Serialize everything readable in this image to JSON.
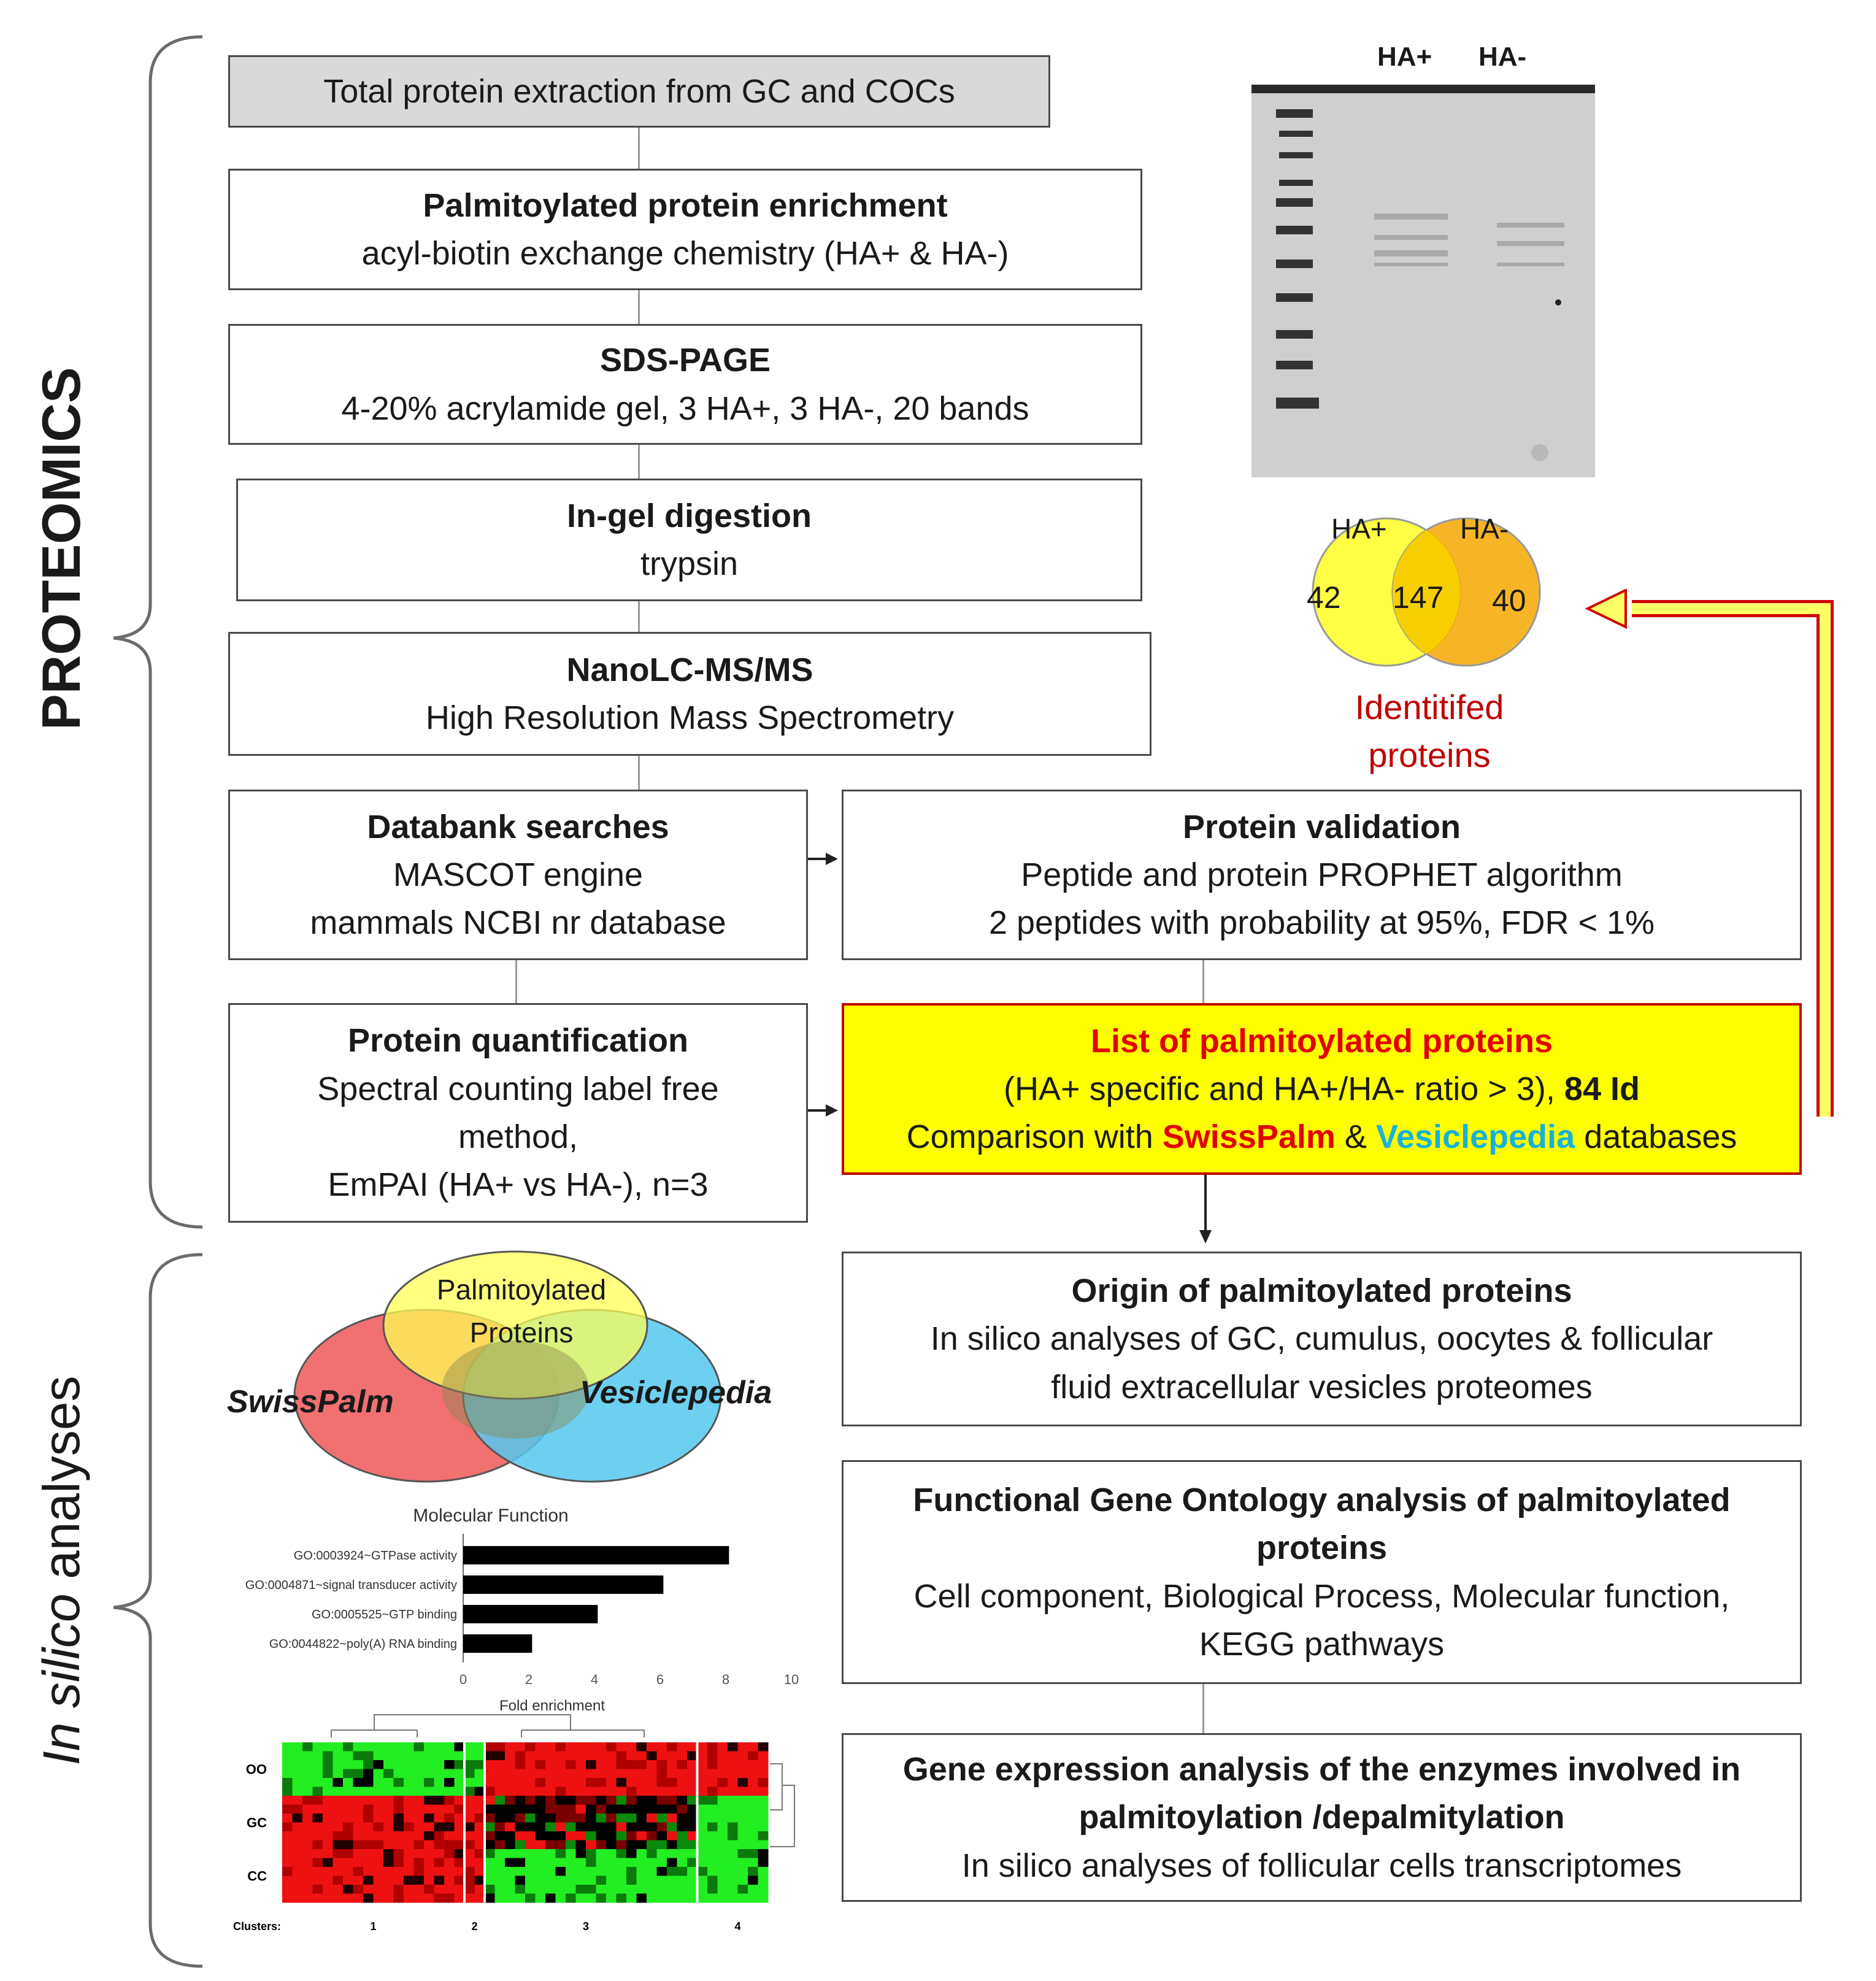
{
  "side_labels": {
    "proteomics": "PROTEOMICS",
    "insilico_italic": "In silico",
    "insilico_rest": " analyses"
  },
  "steps": {
    "extraction": "Total protein extraction from GC and COCs",
    "enrichment": {
      "title": "Palmitoylated protein enrichment",
      "line1": "acyl-biotin exchange chemistry (HA+ & HA-)"
    },
    "sdspage": {
      "title": "SDS-PAGE",
      "line1": "4-20% acrylamide gel, 3 HA+, 3 HA-, 20 bands"
    },
    "digestion": {
      "title": "In-gel digestion",
      "line1": "trypsin"
    },
    "nanolc": {
      "title": "NanoLC-MS/MS",
      "line1": "High Resolution Mass Spectrometry"
    },
    "databank": {
      "title": "Databank searches",
      "line1": "MASCOT engine",
      "line2": "mammals NCBI nr database"
    },
    "validation": {
      "title": "Protein validation",
      "line1": "Peptide and protein PROPHET algorithm",
      "line2": "2 peptides with probability at 95%, FDR < 1%"
    },
    "quantification": {
      "title": "Protein quantification",
      "line1": "Spectral counting label free",
      "line2": "method,",
      "line3": "EmPAI (HA+ vs HA-), n=3"
    },
    "list": {
      "title": "List of palmitoylated proteins",
      "line1_pre": "(HA+ specific and HA+/HA- ratio > 3), ",
      "line1_bold": "84 Id",
      "line2_pre": "Comparison with ",
      "swisspalm": "SwissPalm",
      "amp": " & ",
      "vesiclepedia": "Vesiclepedia",
      "line2_post": " databases"
    },
    "origin": {
      "title": "Origin of palmitoylated proteins",
      "line1": "In silico analyses of GC, cumulus, oocytes & follicular",
      "line2": "fluid extracellular vesicles proteomes"
    },
    "go": {
      "title1": "Functional Gene Ontology analysis of palmitoylated",
      "title2": "proteins",
      "line1": "Cell component, Biological Process, Molecular function,",
      "line2": "KEGG pathways"
    },
    "expression": {
      "title1": "Gene expression analysis of the enzymes involved in",
      "title2": "palmitoylation /depalmitylation",
      "line1": "In silico analyses of follicular cells transcriptomes"
    }
  },
  "gel": {
    "lane1": "HA+",
    "lane2": "HA-"
  },
  "venn_top": {
    "left_label": "HA+",
    "right_label": "HA-",
    "left_only": "42",
    "overlap": "147",
    "right_only": "40",
    "caption1": "Identitifed",
    "caption2": "proteins"
  },
  "venn_bottom": {
    "top": "Palmitoylated",
    "top2": "Proteins",
    "left": "SwissPalm",
    "right": "Vesiclepedia"
  },
  "chart_data": {
    "type": "bar",
    "title": "Molecular Function",
    "xlabel": "Fold enrichment",
    "categories": [
      "GO:0003924~GTPase activity",
      "GO:0004871~signal transducer activity",
      "GO:0005525~GTP binding",
      "GO:0044822~poly(A) RNA binding"
    ],
    "values": [
      8.1,
      6.1,
      4.1,
      2.1
    ],
    "xlim": [
      0,
      10
    ],
    "ticks": [
      "0",
      "2",
      "4",
      "6",
      "8",
      "10"
    ]
  },
  "heatmap": {
    "rows": [
      "OO",
      "GC",
      "CC"
    ],
    "clusters_label": "Clusters:",
    "clusters": [
      "1",
      "2",
      "3",
      "4"
    ]
  }
}
